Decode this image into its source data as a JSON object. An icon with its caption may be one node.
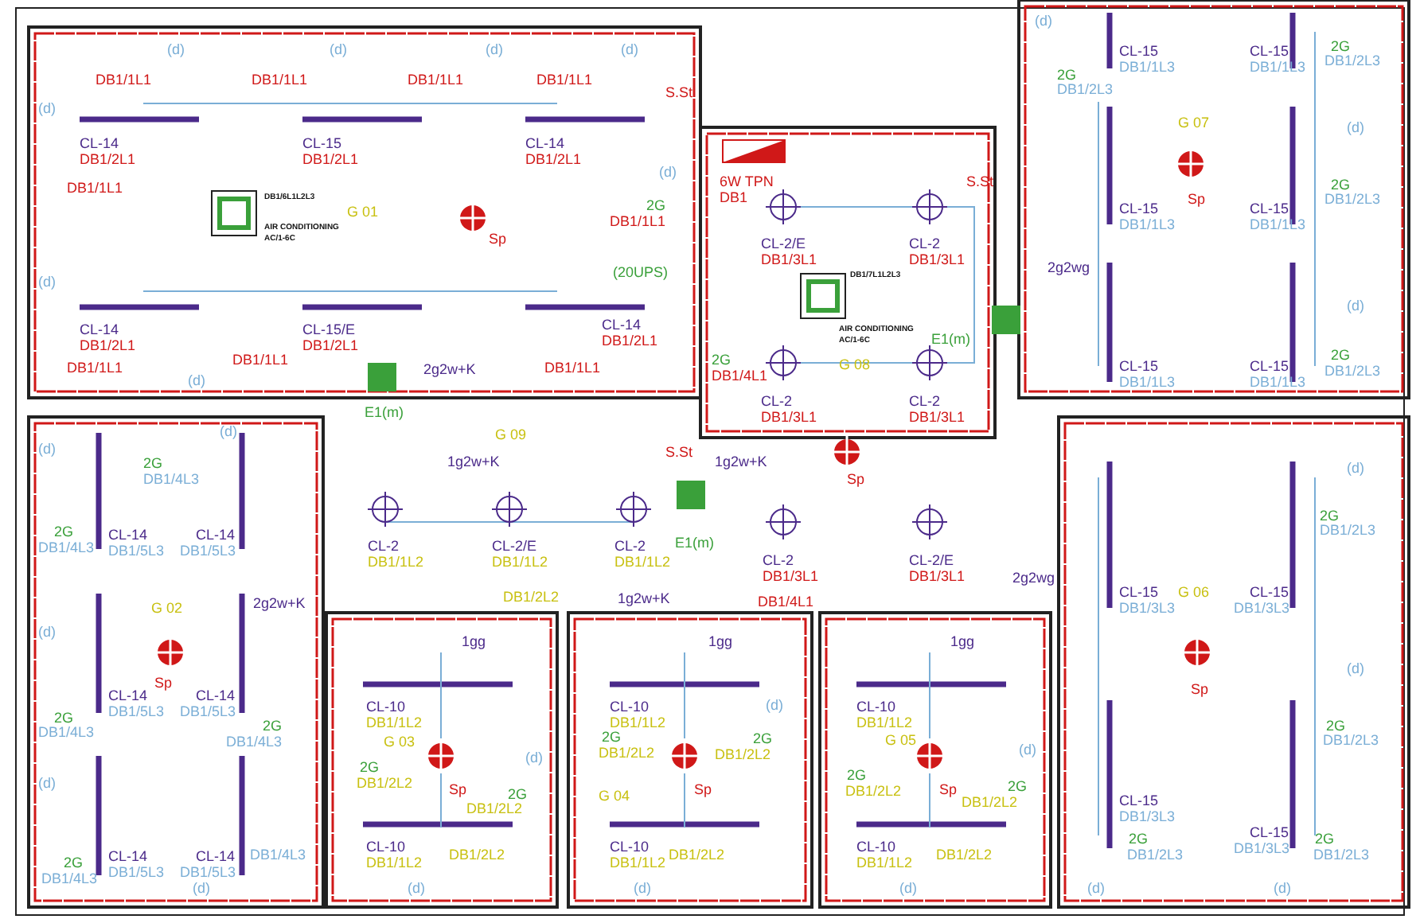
{
  "diagram": {
    "labels": [
      "(d)",
      "(d)",
      "(d)",
      "(d)",
      "DB1/1L1",
      "DB1/1L1",
      "DB1/1L1",
      "DB1/1L1",
      "S.St",
      "(d)",
      "CL-14",
      "DB1/2L1",
      "CL-15",
      "DB1/2L1",
      "CL-14",
      "DB1/2L1",
      "DB1/1L1",
      "(d)",
      "DB1/6L1L2L3",
      "G 01",
      "2G",
      "DB1/1L1",
      "AIR CONDITIONING",
      "AC/1-6C",
      "Sp",
      "(20UPS)",
      "(d)",
      "CL-14",
      "DB1/2L1",
      "CL-15/E",
      "DB1/2L1",
      "CL-14",
      "DB1/2L1",
      "DB1/1L1",
      "DB1/1L1",
      "2g2w+K",
      "DB1/1L1",
      "(d)",
      "E1(m)",
      "6W TPN",
      "DB1",
      "S.St",
      "CL-2/E",
      "DB1/3L1",
      "CL-2",
      "DB1/3L1",
      "DB1/7L1L2L3",
      "2g2wg",
      "AIR CONDITIONING",
      "AC/1-6C",
      "2G",
      "DB1/4L1",
      "G 08",
      "E1(m)",
      "CL-2",
      "DB1/3L1",
      "CL-2",
      "DB1/3L1",
      "Sp",
      "(d)",
      "CL-15",
      "DB1/1L3",
      "CL-15",
      "DB1/1L3",
      "2G",
      "DB1/2L3",
      "2G",
      "DB1/2L3",
      "G 07",
      "(d)",
      "Sp",
      "CL-15",
      "DB1/1L3",
      "CL-15",
      "DB1/1L3",
      "2G",
      "DB1/2L3",
      "(d)",
      "CL-15",
      "DB1/1L3",
      "CL-15",
      "DB1/1L3",
      "2G",
      "DB1/2L3",
      "G 09",
      "1g2w+K",
      "S.St",
      "1g2w+K",
      "CL-2",
      "DB1/1L2",
      "CL-2/E",
      "DB1/1L2",
      "CL-2",
      "DB1/1L2",
      "E1(m)",
      "DB1/2L2",
      "1g2w+K",
      "CL-2",
      "DB1/3L1",
      "CL-2/E",
      "DB1/3L1",
      "DB1/4L1",
      "2g2wg",
      "(d)",
      "(d)",
      "2G",
      "DB1/4L3",
      "2G",
      "DB1/4L3",
      "CL-14",
      "DB1/5L3",
      "CL-14",
      "DB1/5L3",
      "G 02",
      "2g2w+K",
      "(d)",
      "CL-14",
      "Sp",
      "CL-14",
      "DB1/5L3",
      "DB1/5L3",
      "2G",
      "DB1/4L3",
      "2G",
      "DB1/4L3",
      "(d)",
      "2G",
      "DB1/4L3",
      "CL-14",
      "DB1/5L3",
      "CL-14",
      "DB1/5L3",
      "DB1/4L3",
      "(d)",
      "1gg",
      "CL-10",
      "DB1/1L2",
      "G 03",
      "2G",
      "DB1/2L2",
      "Sp",
      "(d)",
      "2G",
      "DB1/2L2",
      "CL-10",
      "DB1/1L2",
      "DB1/2L2",
      "(d)",
      "1gg",
      "CL-10",
      "DB1/1L2",
      "2G",
      "DB1/2L2",
      "G 04",
      "Sp",
      "(d)",
      "2G",
      "DB1/2L2",
      "CL-10",
      "DB1/1L2",
      "DB1/2L2",
      "(d)",
      "1gg",
      "CL-10",
      "DB1/1L2",
      "G 05",
      "2G",
      "DB1/2L2",
      "Sp",
      "(d)",
      "2G",
      "DB1/2L2",
      "CL-10",
      "DB1/1L2",
      "DB1/2L2",
      "(d)",
      "CL-15",
      "DB1/3L3",
      "G 06",
      "CL-15",
      "DB1/3L3",
      "(d)",
      "2G",
      "DB1/2L3",
      "Sp",
      "(d)",
      "2G",
      "DB1/2L3",
      "CL-15",
      "DB1/3L3",
      "CL-15",
      "DB1/3L3",
      "2G",
      "DB1/2L3",
      "2G",
      "DB1/2L3",
      "(d)",
      "(d)"
    ]
  }
}
